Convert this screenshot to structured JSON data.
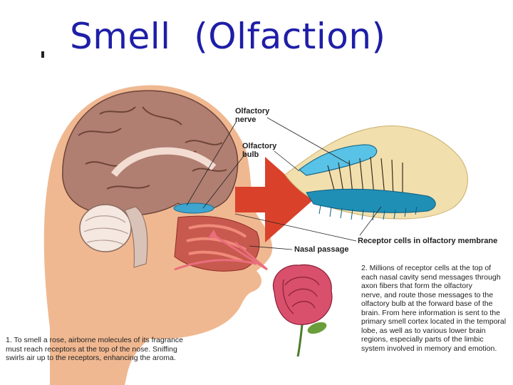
{
  "title": "Smell  (Olfaction)",
  "labels": {
    "olfactory_nerve": "Olfactory\nnerve",
    "olfactory_bulb": "Olfactory\nbulb",
    "receptor_cells": "Receptor cells in olfactory membrane",
    "nasal_passage": "Nasal passage"
  },
  "captions": {
    "step1": "1. To smell a rose, airborne molecules of its fragrance\nmust reach receptors at the top of the nose. Sniffing\nswirls air up to the receptors, enhancing the aroma.",
    "step2": "2. Millions of receptor cells at the top of\neach nasal cavity send messages through\naxon fibers that form the olfactory\nnerve, and route those messages to the\nolfactory bulb at  the forward base of the\nbrain. From here information is sent to the\nprimary smell cortex located in the temporal\nlobe, as well as to various lower brain\nregions, especially parts of the limbic\nsystem involved in memory and emotion."
  },
  "colors": {
    "title": "#1e1ea8",
    "brain": "#b07f72",
    "arrow": "#d9412b",
    "membrane": "#1f8fb6",
    "rose": "#d8506b"
  }
}
